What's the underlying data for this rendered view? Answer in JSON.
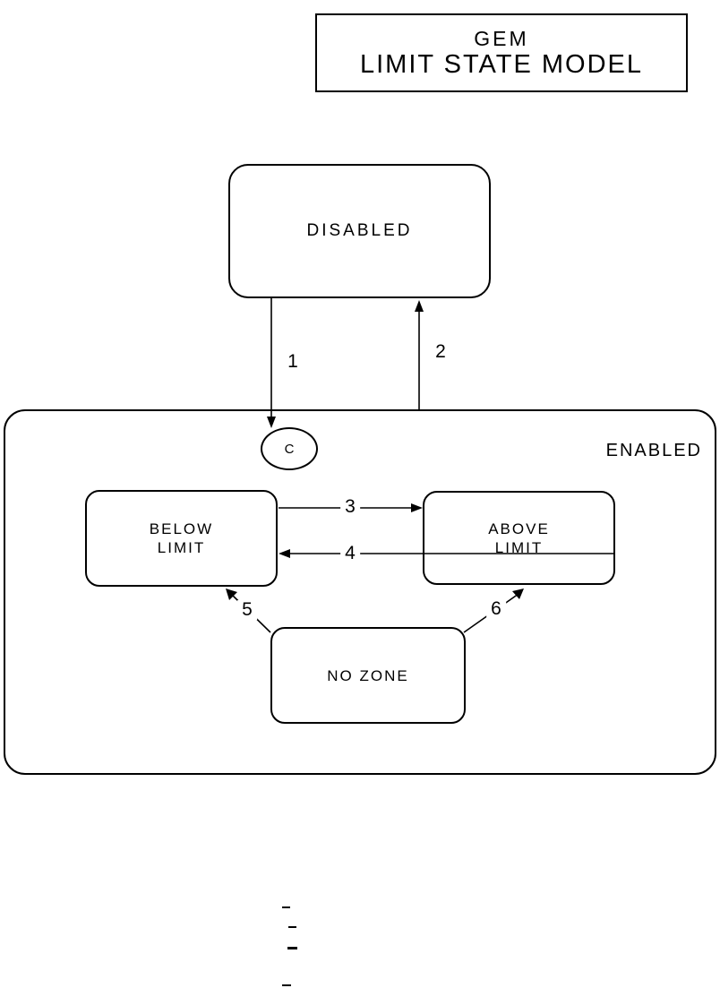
{
  "title": {
    "line1": "GEM",
    "line2": "LIMIT STATE MODEL"
  },
  "diagram": {
    "states": {
      "disabled": {
        "label": "DISABLED"
      },
      "enabled": {
        "label": "ENABLED"
      },
      "below_limit": {
        "line1": "BELOW",
        "line2": "LIMIT"
      },
      "above_limit": {
        "line1": "ABOVE",
        "line2": "LIMIT"
      },
      "no_zone": {
        "label": "NO ZONE"
      },
      "entry_connector": {
        "label": "C"
      }
    },
    "transitions": [
      {
        "label": "1",
        "from": "DISABLED",
        "to": "ENABLED"
      },
      {
        "label": "2",
        "from": "ENABLED",
        "to": "DISABLED"
      },
      {
        "label": "3",
        "from": "BELOW LIMIT",
        "to": "ABOVE LIMIT"
      },
      {
        "label": "4",
        "from": "ABOVE LIMIT",
        "to": "BELOW LIMIT"
      },
      {
        "label": "5",
        "from": "NO ZONE",
        "to": "BELOW LIMIT"
      },
      {
        "label": "6",
        "from": "NO ZONE",
        "to": "ABOVE LIMIT"
      }
    ]
  },
  "colors": {
    "line": "#000000",
    "background": "#ffffff"
  }
}
